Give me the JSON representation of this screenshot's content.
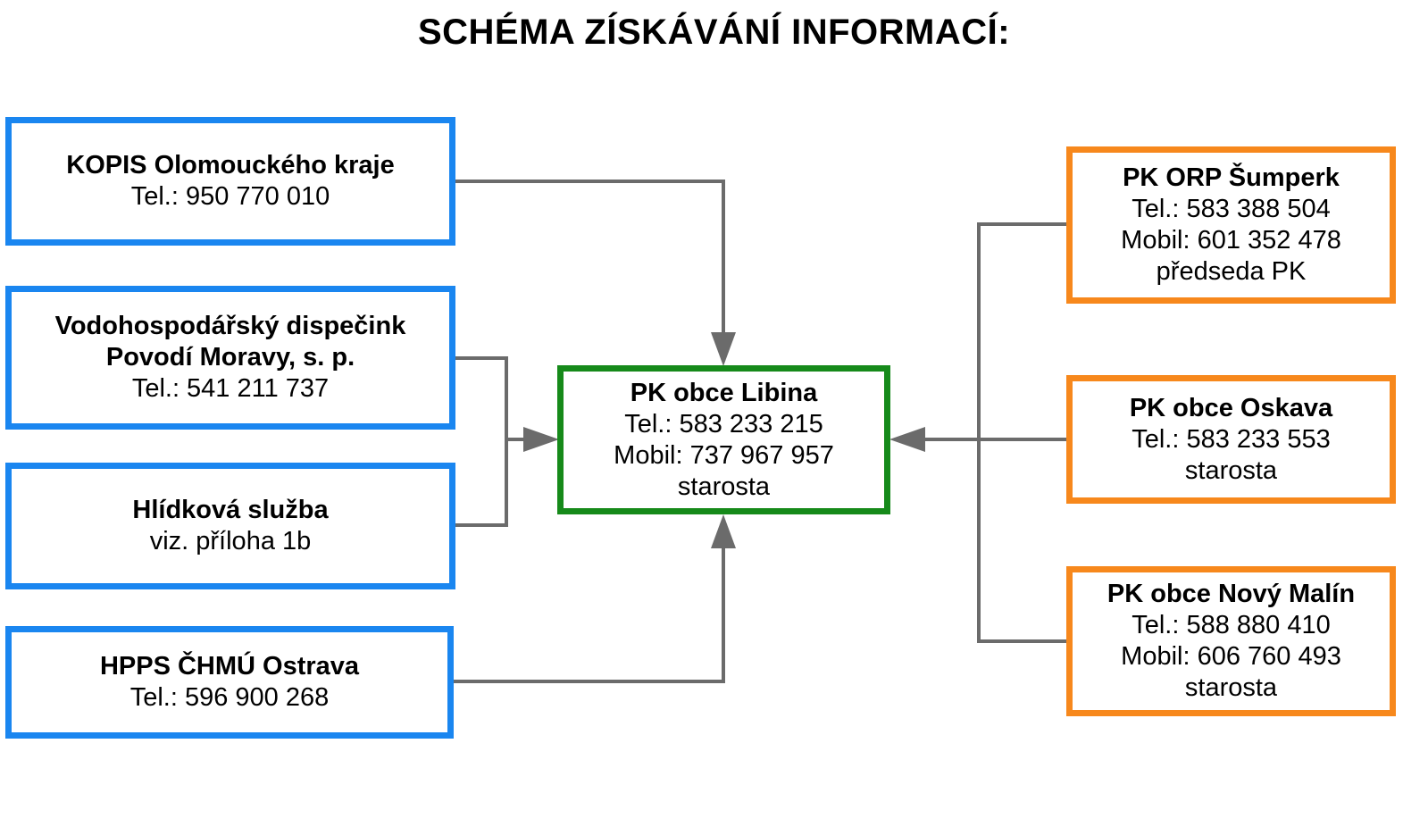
{
  "title": "SCHÉMA ZÍSKÁVÁNÍ INFORMACÍ:",
  "colors": {
    "blue": "#1a86f0",
    "orange": "#f7881c",
    "green": "#168a1a",
    "connector": "#6b6b6b"
  },
  "center": {
    "name": "PK obce Libina",
    "lines": [
      "Tel.: 583 233 215",
      "Mobil: 737 967 957",
      "starosta"
    ]
  },
  "left": [
    {
      "name": [
        "KOPIS Olomouckého kraje"
      ],
      "lines": [
        "Tel.: 950 770 010"
      ]
    },
    {
      "name": [
        "Vodohospodářský dispečink",
        "Povodí Moravy, s. p."
      ],
      "lines": [
        "Tel.: 541 211 737"
      ]
    },
    {
      "name": [
        "Hlídková služba"
      ],
      "lines": [
        "viz. příloha 1b"
      ]
    },
    {
      "name": [
        "HPPS ČHMÚ Ostrava"
      ],
      "lines": [
        "Tel.: 596 900 268"
      ]
    }
  ],
  "right": [
    {
      "name": "PK ORP Šumperk",
      "lines": [
        "Tel.: 583 388 504",
        "Mobil: 601 352 478",
        "předseda PK"
      ]
    },
    {
      "name": "PK obce Oskava",
      "lines": [
        "Tel.: 583 233 553",
        "starosta"
      ]
    },
    {
      "name": "PK obce Nový Malín",
      "lines": [
        "Tel.: 588 880 410",
        "Mobil: 606 760 493",
        "starosta"
      ]
    }
  ]
}
